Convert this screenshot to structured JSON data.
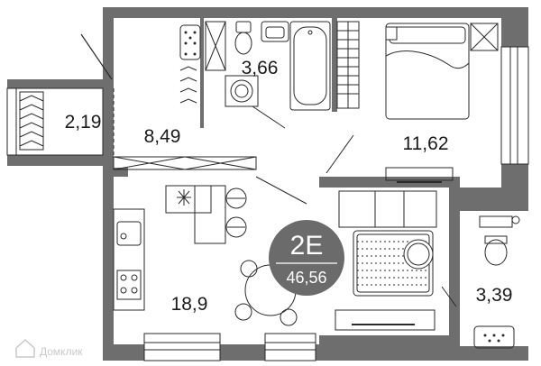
{
  "colors": {
    "wall": "#6e6e6e",
    "line": "#2a2a2a",
    "badge": "#6b6b6b",
    "floor": "#ffffff"
  },
  "rooms": [
    {
      "id": "balcony",
      "area": "2,19"
    },
    {
      "id": "hall",
      "area": "8,49"
    },
    {
      "id": "bathroom",
      "area": "3,66"
    },
    {
      "id": "bedroom",
      "area": "11,62"
    },
    {
      "id": "kitchen-living",
      "area": "18,9"
    },
    {
      "id": "wc",
      "area": "3,39"
    }
  ],
  "badge": {
    "code": "2E",
    "total_area": "46,56"
  },
  "watermark": {
    "text": "Домклик",
    "icon": "house-icon"
  }
}
